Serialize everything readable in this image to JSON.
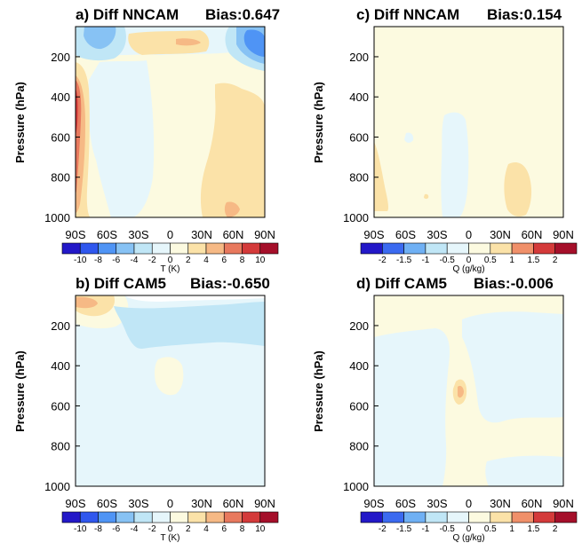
{
  "chart_data": [
    {
      "type": "heatmap",
      "title": "a) Diff NNCAM",
      "bias": "Bias:0.647",
      "ylabel": "Pressure (hPa)",
      "x_ticks": [
        "90S",
        "60S",
        "30S",
        "0",
        "30N",
        "60N",
        "90N"
      ],
      "y_ticks": [
        "200",
        "400",
        "600",
        "800",
        "1000"
      ],
      "colorbar_label": "T (K)",
      "colorbar_ticks": [
        "-10",
        "-8",
        "-6",
        "-4",
        "-2",
        "0",
        "2",
        "4",
        "6",
        "8",
        "10"
      ],
      "colorbar_colors": [
        "#2318c8",
        "#2f57ee",
        "#4f94f5",
        "#87c2f4",
        "#c0e6f6",
        "#e6f6fb",
        "#fcfae0",
        "#fbe2a8",
        "#f6b985",
        "#e8795e",
        "#d43a3a",
        "#a50f2a"
      ]
    },
    {
      "type": "heatmap",
      "title": "c) Diff NNCAM",
      "bias": "Bias:0.154",
      "ylabel": "Pressure (hPa)",
      "x_ticks": [
        "90S",
        "60S",
        "30S",
        "0",
        "30N",
        "60N",
        "90N"
      ],
      "y_ticks": [
        "200",
        "400",
        "600",
        "800",
        "1000"
      ],
      "colorbar_label": "Q (g/kg)",
      "colorbar_ticks": [
        "-2",
        "-1.5",
        "-1",
        "-0.5",
        "0",
        "0.5",
        "1",
        "1.5",
        "2"
      ],
      "colorbar_colors": [
        "#2318c8",
        "#3b6af0",
        "#6fb0f4",
        "#c0e6f6",
        "#e6f6fb",
        "#fcfae0",
        "#fbe2a8",
        "#f0906a",
        "#d43a3a",
        "#a50f2a"
      ]
    },
    {
      "type": "heatmap",
      "title": "b) Diff CAM5",
      "bias": "Bias:-0.650",
      "ylabel": "Pressure (hPa)",
      "x_ticks": [
        "90S",
        "60S",
        "30S",
        "0",
        "30N",
        "60N",
        "90N"
      ],
      "y_ticks": [
        "200",
        "400",
        "600",
        "800",
        "1000"
      ],
      "colorbar_label": "T (K)",
      "colorbar_ticks": [
        "-10",
        "-8",
        "-6",
        "-4",
        "-2",
        "0",
        "2",
        "4",
        "6",
        "8",
        "10"
      ],
      "colorbar_colors": [
        "#2318c8",
        "#2f57ee",
        "#4f94f5",
        "#87c2f4",
        "#c0e6f6",
        "#e6f6fb",
        "#fcfae0",
        "#fbe2a8",
        "#f6b985",
        "#e8795e",
        "#d43a3a",
        "#a50f2a"
      ]
    },
    {
      "type": "heatmap",
      "title": "d) Diff CAM5",
      "bias": "Bias:-0.006",
      "ylabel": "Pressure (hPa)",
      "x_ticks": [
        "90S",
        "60S",
        "30S",
        "0",
        "30N",
        "60N",
        "90N"
      ],
      "y_ticks": [
        "200",
        "400",
        "600",
        "800",
        "1000"
      ],
      "colorbar_label": "Q (g/kg)",
      "colorbar_ticks": [
        "-2",
        "-1.5",
        "-1",
        "-0.5",
        "0",
        "0.5",
        "1",
        "1.5",
        "2"
      ],
      "colorbar_colors": [
        "#2318c8",
        "#3b6af0",
        "#6fb0f4",
        "#c0e6f6",
        "#e6f6fb",
        "#fcfae0",
        "#fbe2a8",
        "#f0906a",
        "#d43a3a",
        "#a50f2a"
      ]
    }
  ]
}
